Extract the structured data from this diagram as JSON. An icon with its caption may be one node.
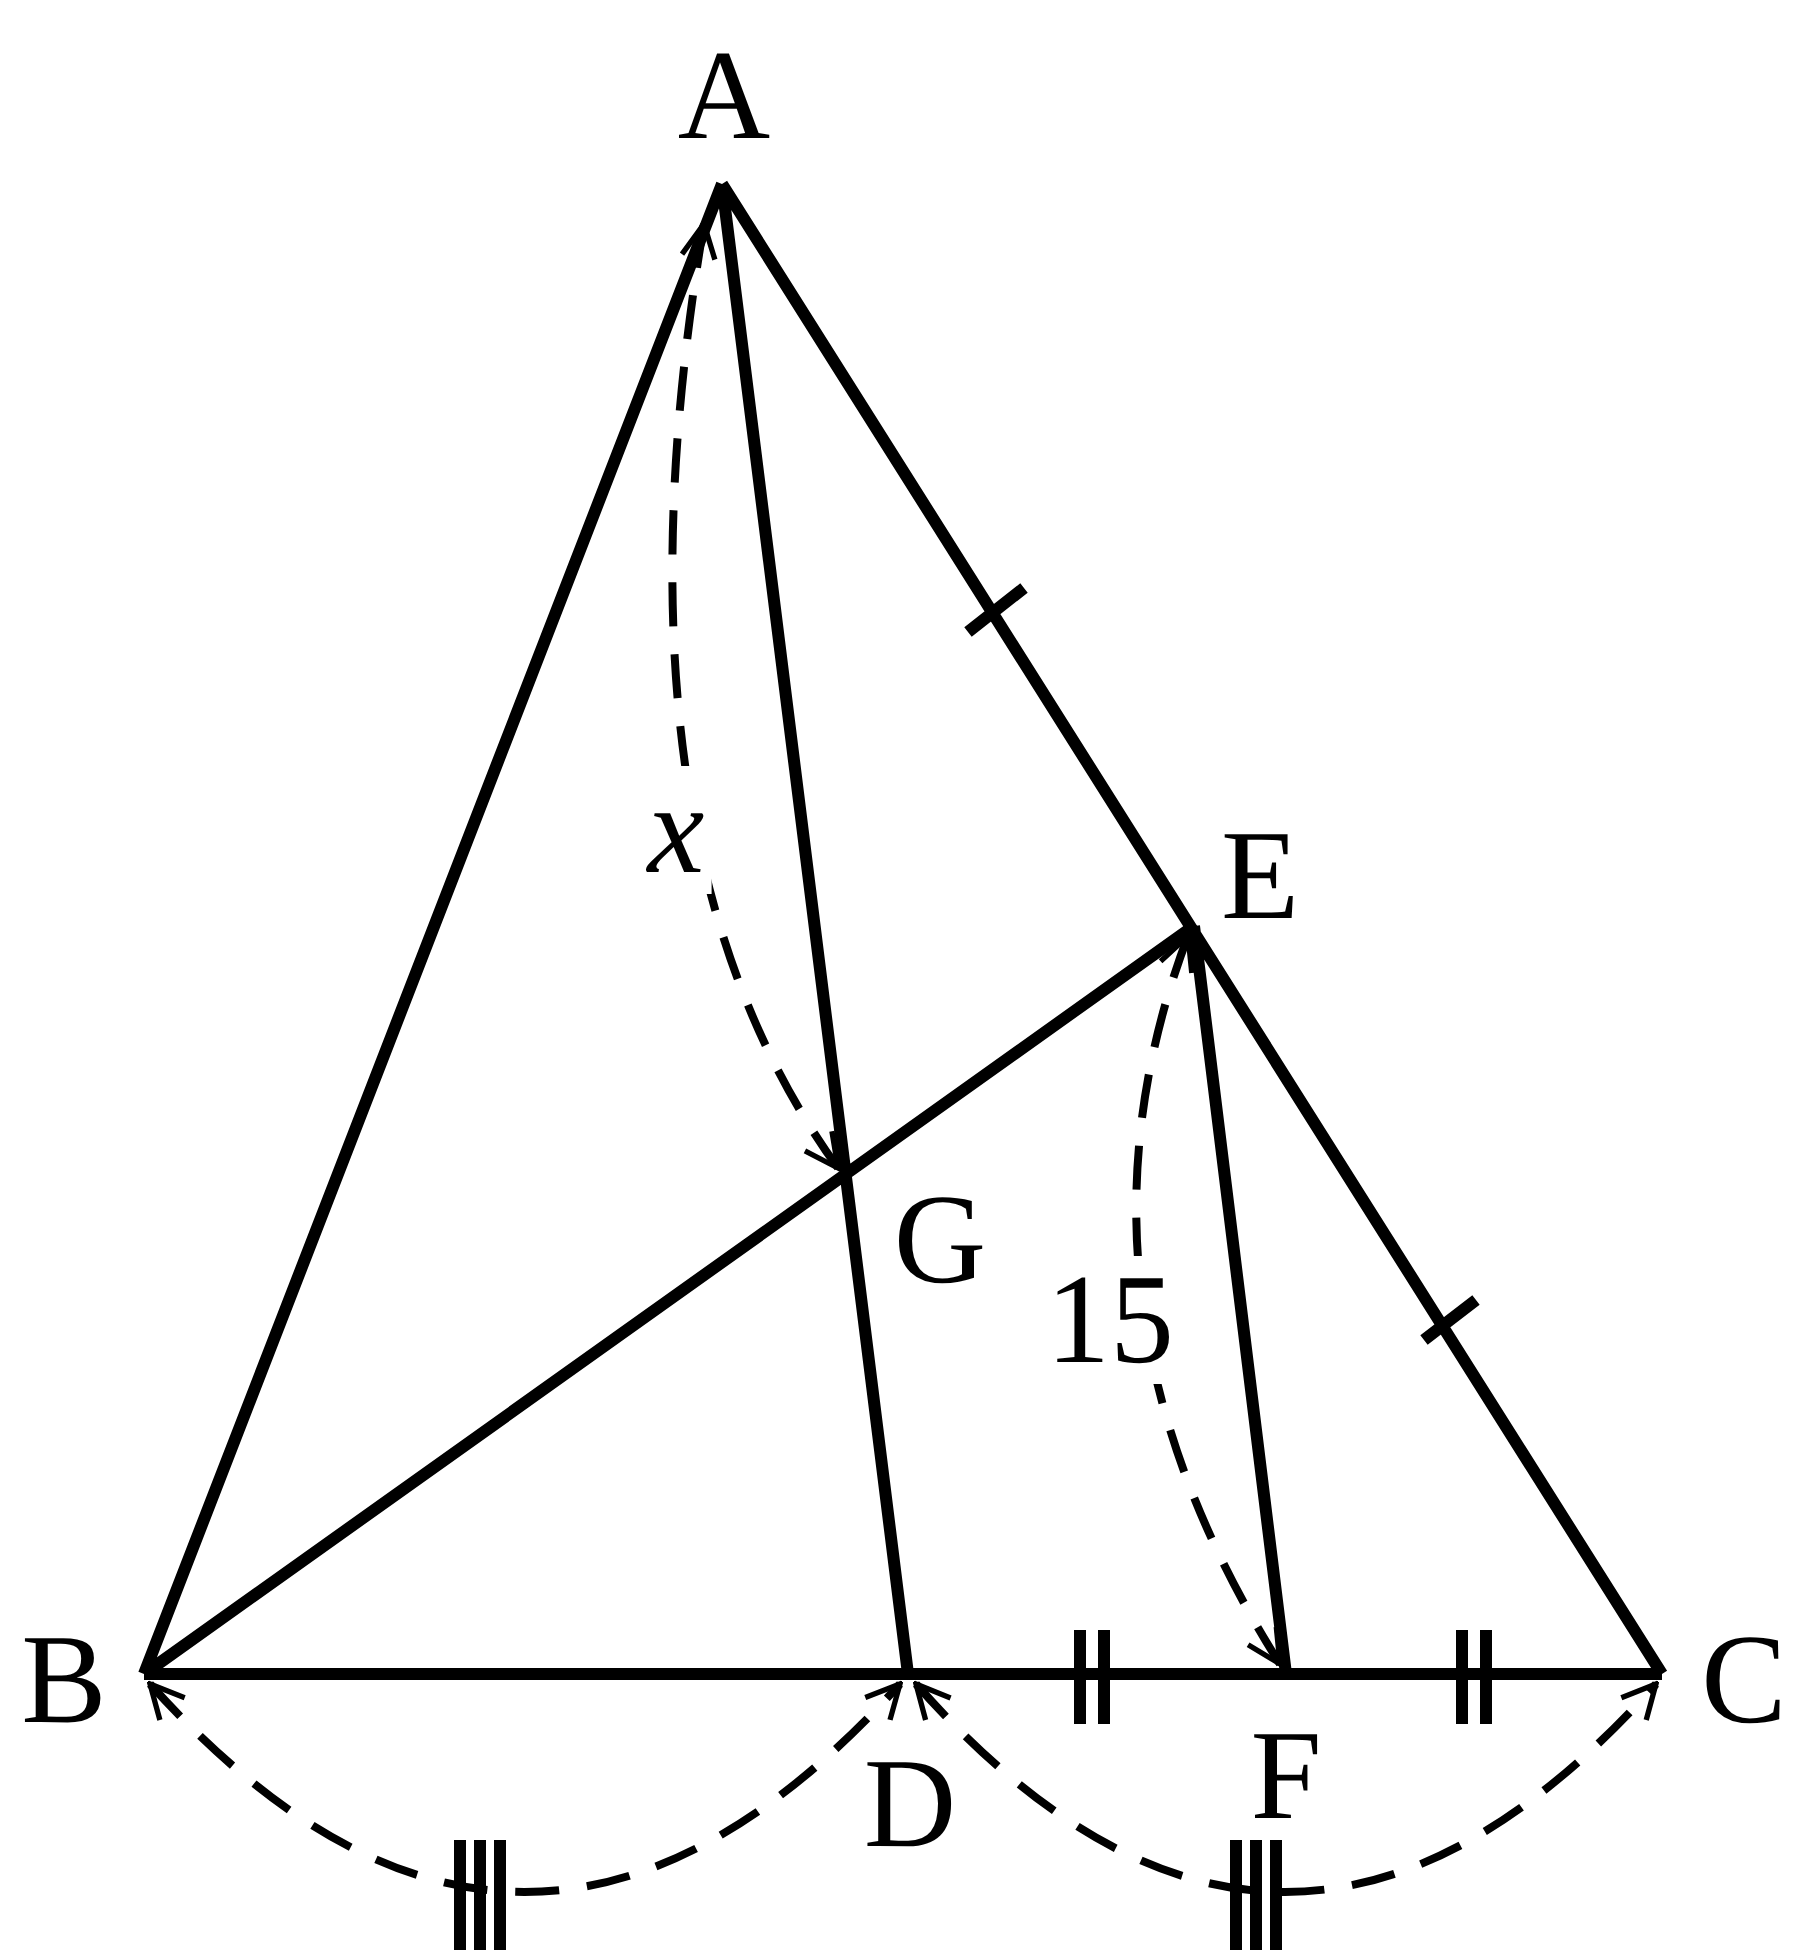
{
  "diagram": {
    "labels": [
      "A",
      "x",
      "E",
      "G",
      "15",
      "B",
      "D",
      "F",
      "C"
    ]
  }
}
